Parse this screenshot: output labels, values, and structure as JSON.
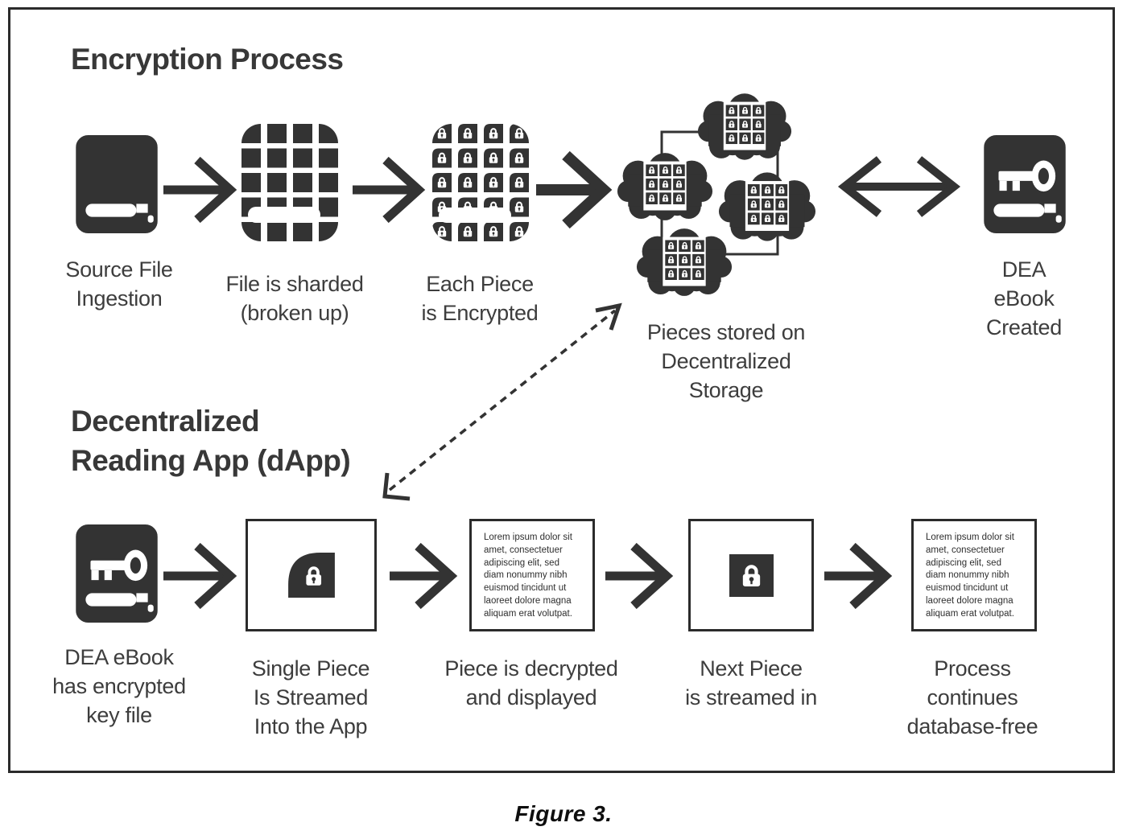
{
  "colors": {
    "ink": "#333333",
    "text": "#3d3d3d",
    "frame": "#2b2b2b"
  },
  "sections": {
    "encryption": {
      "title": "Encryption Process"
    },
    "dapp": {
      "title": "Decentralized\nReading App (dApp)"
    }
  },
  "encryption_flow": [
    {
      "label": "Source File\nIngestion"
    },
    {
      "label": "File is sharded\n(broken up)"
    },
    {
      "label": "Each Piece\nis Encrypted"
    },
    {
      "label": "Pieces stored on\nDecentralized\nStorage"
    },
    {
      "label": "DEA eBook\nCreated"
    }
  ],
  "dapp_flow": [
    {
      "label": "DEA eBook\nhas encrypted\nkey file"
    },
    {
      "label": "Single Piece\nIs Streamed\nInto the App"
    },
    {
      "label": "Piece is decrypted\nand displayed"
    },
    {
      "label": "Next Piece\nis streamed in"
    },
    {
      "label": "Process continues\ndatabase-free"
    }
  ],
  "lorem": "Lorem ipsum dolor sit\namet, consectetuer\nadipiscing elit, sed\ndiam nonummy nibh\neuismod tincidunt ut\nlaoreet dolore magna\naliquam erat volutpat.",
  "caption": "Figure 3."
}
